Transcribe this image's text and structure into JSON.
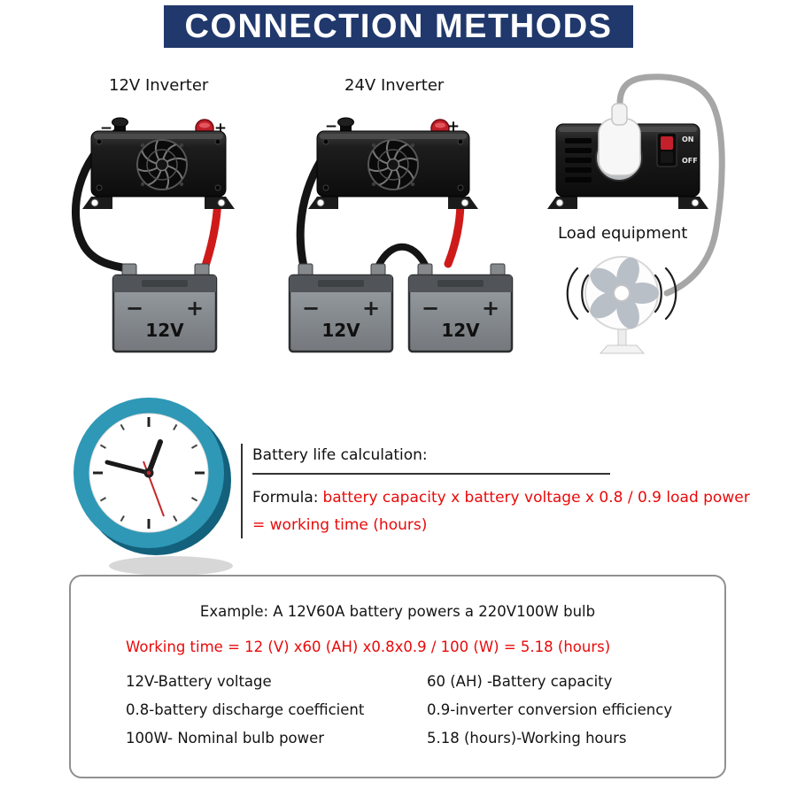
{
  "colors": {
    "banner_bg": "#20386b",
    "banner_text": "#ffffff",
    "accent_red": "#e90a0a",
    "clock_teal": "#2e98b6",
    "cable_black": "#141414",
    "cable_red": "#cf1a1a"
  },
  "header": {
    "title": "CONNECTION METHODS"
  },
  "diagram": {
    "inverter_12v_label": "12V Inverter",
    "inverter_24v_label": "24V Inverter",
    "load_label": "Load equipment",
    "batteries": [
      "12V",
      "12V",
      "12V"
    ],
    "signs": {
      "minus": "−",
      "plus": "+"
    },
    "switch": {
      "on": "ON",
      "off": "OFF"
    }
  },
  "battery_life": {
    "heading": "Battery life calculation:",
    "formula_label": "Formula:",
    "formula_text": "battery capacity x battery voltage x 0.8 / 0.9 load power",
    "formula_text2": "= working time (hours)"
  },
  "example": {
    "title": "Example: A 12V60A battery powers a 220V100W bulb",
    "working_time": "Working time = 12 (V) x60 (AH) x0.8x0.9 / 100 (W) = 5.18 (hours)",
    "rows": [
      {
        "left": "12V-Battery voltage",
        "right": "60 (AH) -Battery capacity"
      },
      {
        "left": "0.8-battery discharge coefficient",
        "right": "0.9-inverter conversion efficiency"
      },
      {
        "left": "100W- Nominal bulb power",
        "right": "5.18 (hours)-Working hours"
      }
    ]
  }
}
